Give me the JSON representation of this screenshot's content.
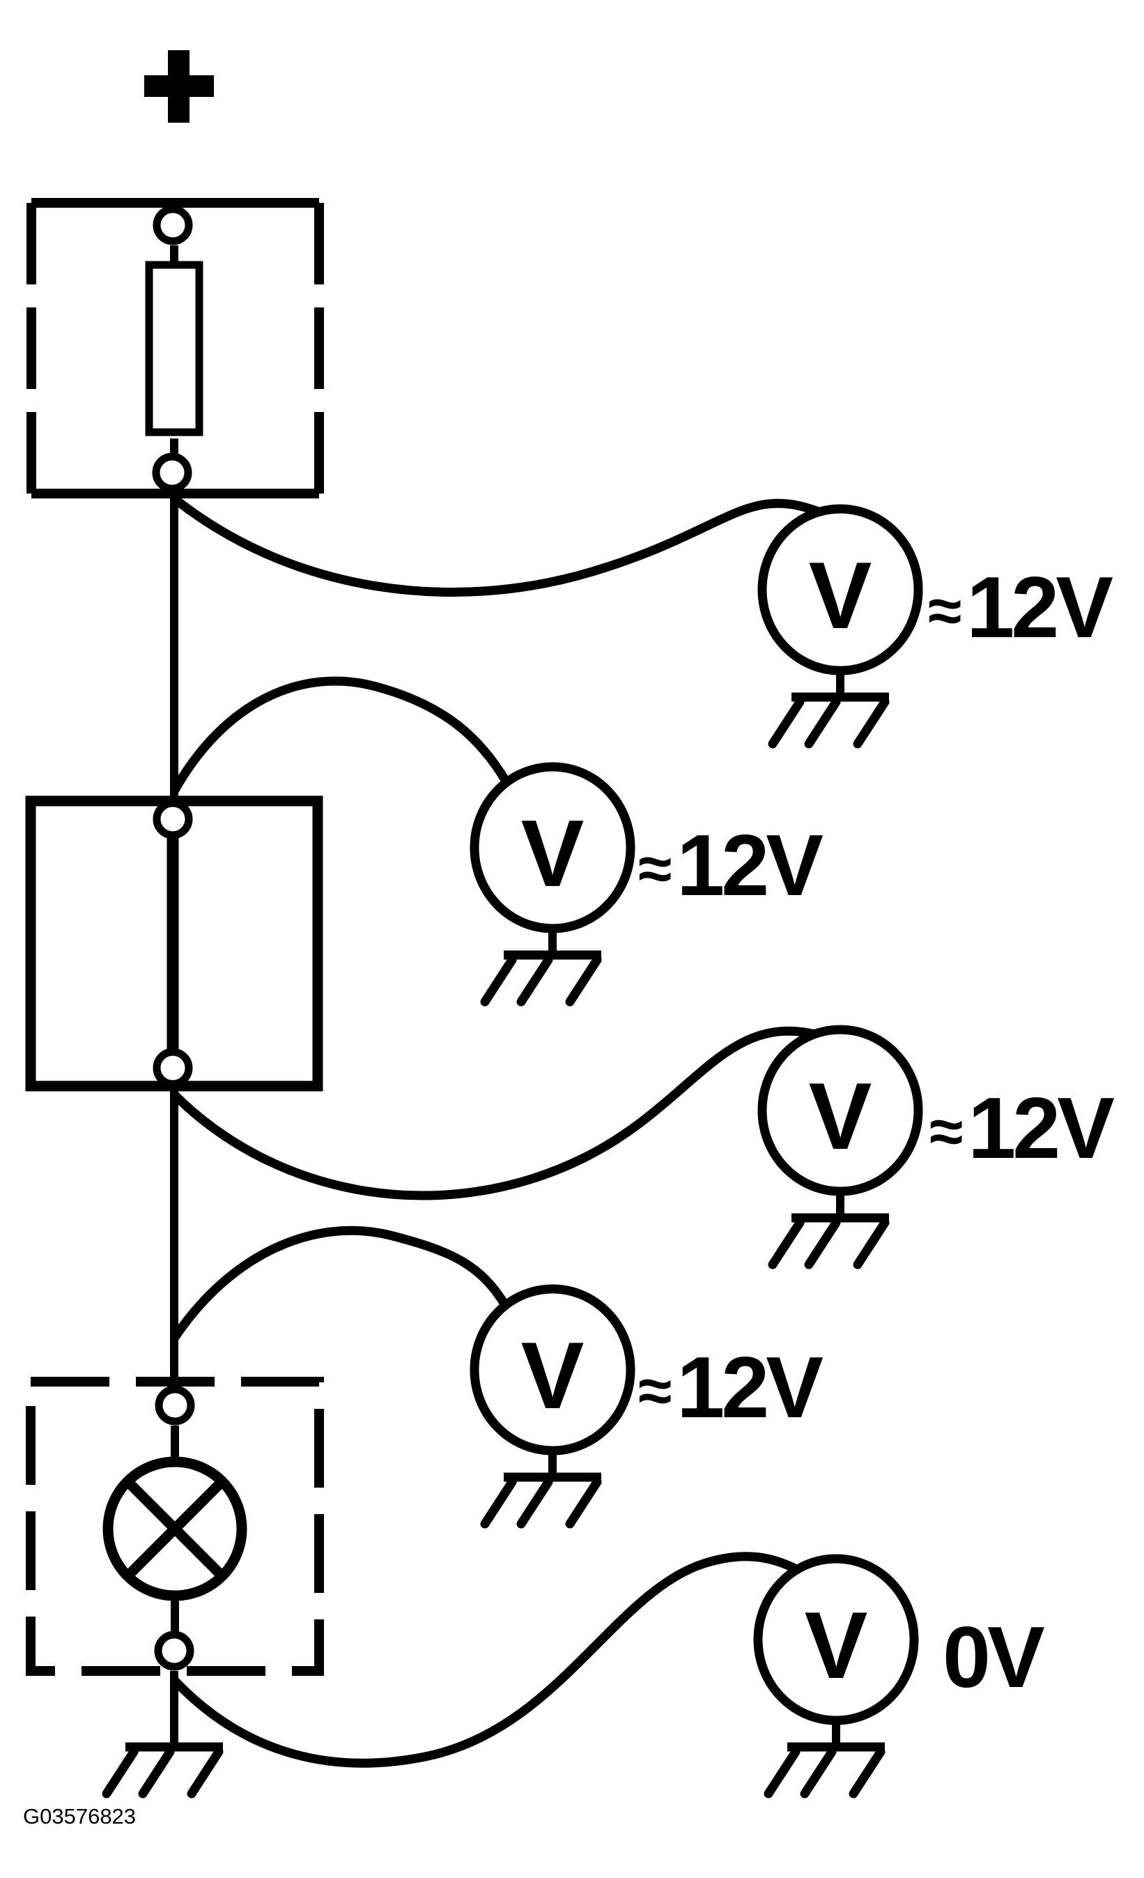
{
  "figure": {
    "id": "G03576823"
  },
  "battery": {
    "positive_label": "+"
  },
  "icons": {
    "fuse": "fuse-icon",
    "switch": "closed-switch-contact-icon",
    "lamp": "lamp-icon",
    "ground": "ground-icon",
    "voltmeter": "voltmeter-icon",
    "battery_positive": "battery-positive-icon"
  },
  "voltmeters": [
    {
      "label": "V",
      "approx": "≈",
      "value": "12V",
      "reading": "≈12V"
    },
    {
      "label": "V",
      "approx": "≈",
      "value": "12V",
      "reading": "≈12V"
    },
    {
      "label": "V",
      "approx": "≈",
      "value": "12V",
      "reading": "≈12V"
    },
    {
      "label": "V",
      "approx": "≈",
      "value": "12V",
      "reading": "≈12V"
    },
    {
      "label": "V",
      "approx": "",
      "value": "0V",
      "reading": "0V"
    }
  ],
  "colors": {
    "ink": "#000000",
    "paper": "#ffffff"
  }
}
